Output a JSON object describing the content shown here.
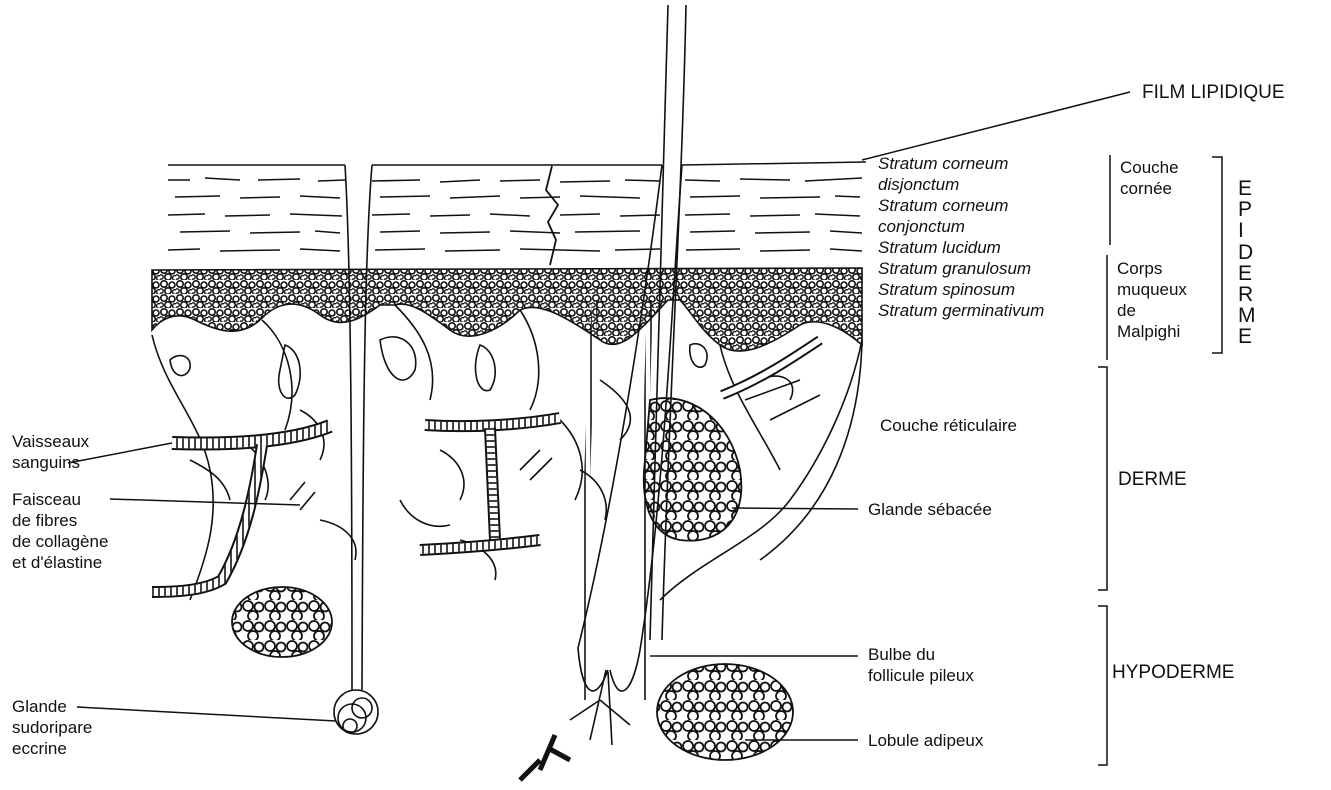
{
  "film_label": "FILM LIPIDIQUE",
  "strata": [
    "Stratum corneum",
    "disjonctum",
    "Stratum corneum",
    "conjonctum",
    "Stratum lucidum",
    "Stratum granulosum",
    "Stratum spinosum",
    "Stratum germinativum"
  ],
  "couche_cornee": [
    "Couche",
    "cornée"
  ],
  "corps_muqueux": [
    "Corps",
    "muqueux",
    "de",
    "Malpighi"
  ],
  "epiderme_letters": [
    "E",
    "P",
    "I",
    "D",
    "E",
    "R",
    "M",
    "E"
  ],
  "derme_labels": {
    "couche_reticulaire": "Couche réticulaire",
    "glande_sebacee": "Glande sébacée",
    "derme": "DERME"
  },
  "hypoderme_labels": {
    "bulbe": [
      "Bulbe du",
      "follicule pileux"
    ],
    "lobule": "Lobule adipeux",
    "hypoderme": "HYPODERME"
  },
  "left_labels": {
    "vaisseaux": [
      "Vaisseaux",
      "sanguins"
    ],
    "faisceau": [
      "Faisceau",
      "de fibres",
      "de collagène",
      "et d'élastine"
    ],
    "glande_sudoripare": [
      "Glande",
      "sudoripare",
      "eccrine"
    ]
  }
}
